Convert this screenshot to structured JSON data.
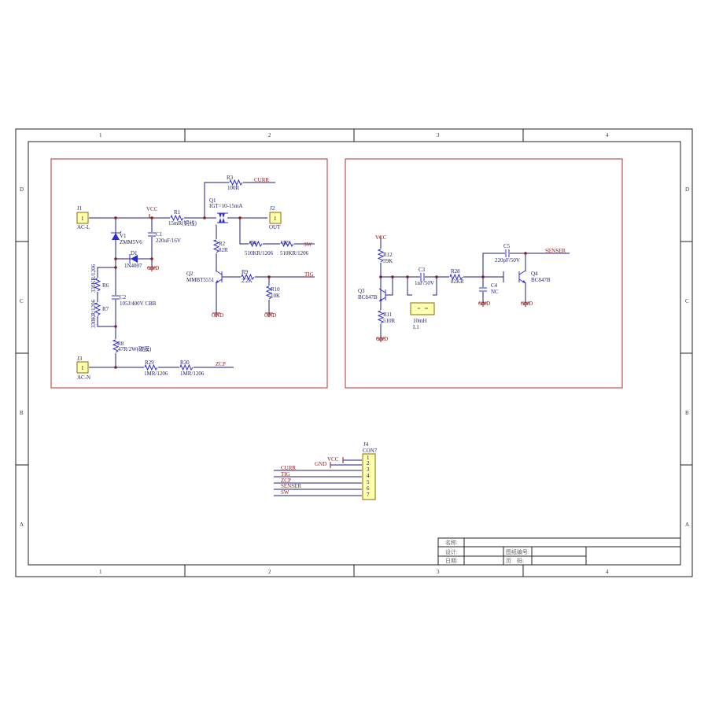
{
  "frame": {
    "columns": [
      "1",
      "2",
      "3",
      "4"
    ],
    "rows": [
      "D",
      "C",
      "B",
      "A"
    ]
  },
  "colors": {
    "wire": "#1c1c7a",
    "component": "#2b2bd6",
    "net_label": "#8b1a1a",
    "block_border": "#b03030"
  },
  "power_circuit": {
    "J1": {
      "ref": "J1",
      "pin": "1",
      "name": "AC-L"
    },
    "J2": {
      "ref": "J2",
      "pin": "1",
      "name": "OUT"
    },
    "J3": {
      "ref": "J3",
      "pin": "1",
      "name": "AC-N"
    },
    "VCC": "VCC",
    "R1": {
      "ref": "R1",
      "value": "15mR(铜线)"
    },
    "R3": {
      "ref": "R3",
      "value": "100R"
    },
    "CURR": "CURR",
    "Q1": {
      "ref": "Q1",
      "value": "IGT=10-15mA"
    },
    "V1": {
      "ref": "V1",
      "value": "ZMM5V6"
    },
    "C1": {
      "ref": "C1",
      "value": "220uF/16V"
    },
    "D1": {
      "ref": "D1",
      "value": "1N4007"
    },
    "GND": "GND",
    "R2": {
      "ref": "R2",
      "value": "82R"
    },
    "R4": {
      "ref": "R4",
      "value": "510KR/1206"
    },
    "R5": {
      "ref": "R5",
      "value": "510KR/1206"
    },
    "SW": "SW",
    "Q2": {
      "ref": "Q2",
      "value": "MMBT5551"
    },
    "R9": {
      "ref": "R9",
      "value": "2.2K"
    },
    "R10": {
      "ref": "R10",
      "value": "10K"
    },
    "TIG": "TIG",
    "R6": {
      "ref": "R6",
      "value": "330KR/1206"
    },
    "R7": {
      "ref": "R7",
      "value": "330KR/1206"
    },
    "C2": {
      "ref": "C2",
      "value": "105J/400V CBB"
    },
    "R8": {
      "ref": "R8",
      "value": "47R/2W(碳膜)"
    },
    "R29": {
      "ref": "R29",
      "value": "1MR/1206"
    },
    "R30": {
      "ref": "R30",
      "value": "1MR/1206"
    },
    "ZCP": "ZCP"
  },
  "sensor_circuit": {
    "VCC": "VCC",
    "GND": "GND",
    "R12": {
      "ref": "R12",
      "value": "39K"
    },
    "Q3": {
      "ref": "Q3",
      "value": "BC847B"
    },
    "R11": {
      "ref": "R11",
      "value": "510R"
    },
    "C3": {
      "ref": "C3",
      "value": "1nF/50V"
    },
    "L1": {
      "ref": "L1",
      "value": "10mH"
    },
    "R28": {
      "ref": "R28",
      "value": "82KR"
    },
    "C4": {
      "ref": "C4",
      "value": "NC"
    },
    "C5": {
      "ref": "C5",
      "value": "220pF/50V"
    },
    "Q4": {
      "ref": "Q4",
      "value": "BC847B"
    },
    "SENSER": "SENSER"
  },
  "connector": {
    "ref": "J4",
    "value": "CON7",
    "pins": [
      "1",
      "2",
      "3",
      "4",
      "5",
      "6",
      "7"
    ],
    "nets": [
      "VCC",
      "GND",
      "CURR",
      "TIG",
      "ZCP",
      "SENSER",
      "SW"
    ]
  },
  "title_block": {
    "name_label": "名称:",
    "design_label": "设计:",
    "date_label": "日期:",
    "drawing_no_label": "图纸编号:",
    "page_label": "页　码:"
  }
}
